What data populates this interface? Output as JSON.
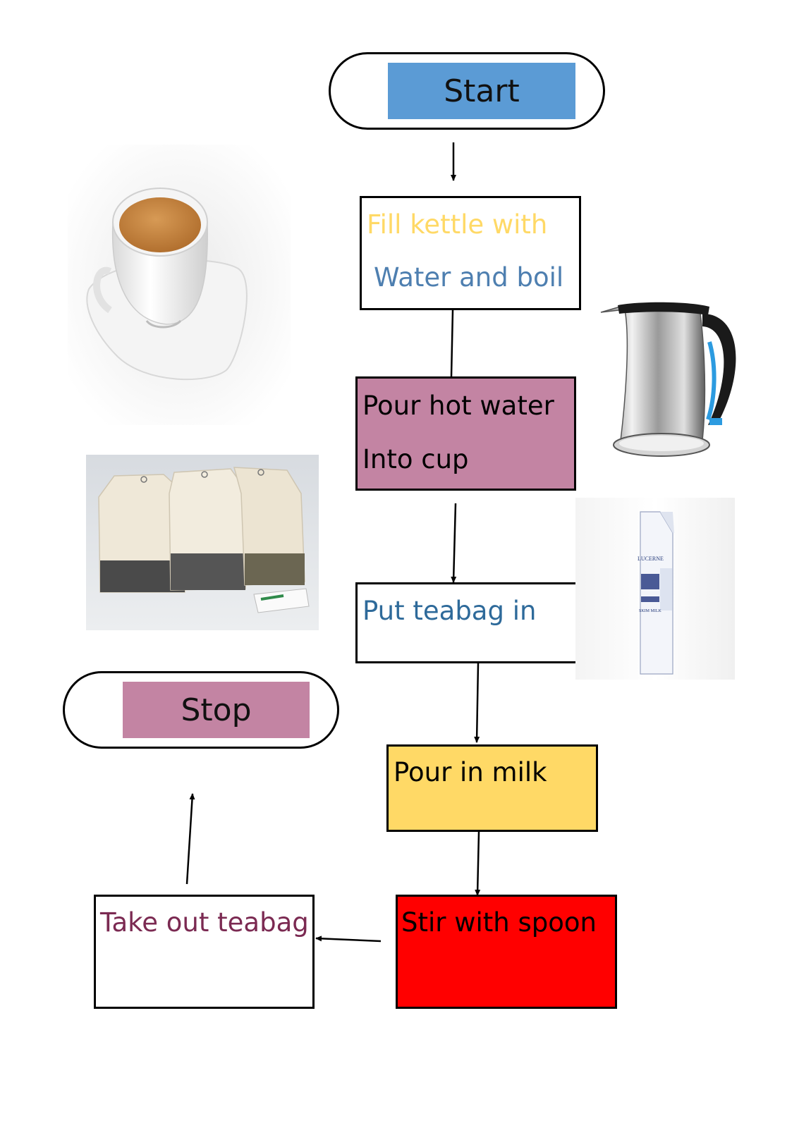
{
  "colors": {
    "start_fill": "#5b9bd5",
    "stop_fill": "#c384a3",
    "fill_kettle_line1": "#ffd966",
    "fill_kettle_line2": "#4e7fb0",
    "pour_hot_water_fill": "#c384a3",
    "put_teabag_text": "#2e6a9a",
    "pour_milk_fill": "#ffd966",
    "stir_fill": "#ff0000",
    "take_out_text": "#7b2a52"
  },
  "flowchart": {
    "start": {
      "label": "Start"
    },
    "stop": {
      "label": "Stop"
    },
    "steps": [
      {
        "id": "fill-kettle",
        "line1": "Fill kettle with",
        "line2": "Water and boil"
      },
      {
        "id": "pour-hot-water",
        "line1": "Pour hot water",
        "line2": "Into cup"
      },
      {
        "id": "put-teabag",
        "line1": "Put teabag in"
      },
      {
        "id": "pour-milk",
        "line1": "Pour in milk"
      },
      {
        "id": "stir",
        "line1": "Stir with spoon"
      },
      {
        "id": "take-out-teabag",
        "line1": "Take out teabag"
      }
    ]
  },
  "images": {
    "tea_cup": "tea-cup-on-saucer",
    "kettle": "electric-kettle",
    "teabags": "teabags",
    "milk": "milk-carton"
  },
  "milk_carton": {
    "brand": "LUCERNE",
    "product": "SKIM MILK"
  }
}
